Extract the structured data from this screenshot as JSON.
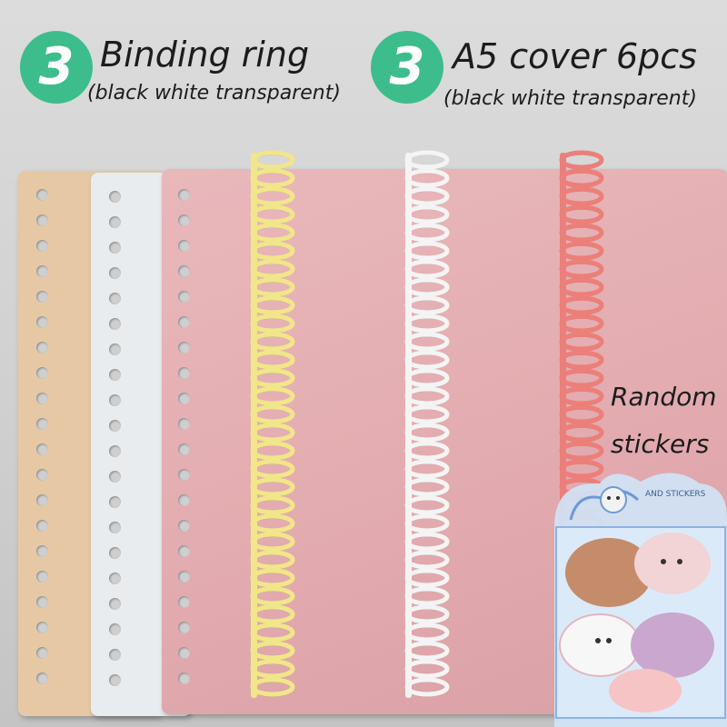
{
  "left_label": {
    "badge": "3",
    "title": "Binding ring",
    "subtitle": "(black white transparent)"
  },
  "right_label": {
    "badge": "3",
    "title": "A5 cover 6pcs",
    "subtitle": "(black white transparent)"
  },
  "side_label": {
    "line1": "Random",
    "line2": "stickers"
  },
  "sticker_pack": {
    "brand_text": "AND STICKERS"
  },
  "colors": {
    "badge": "#3dbd8c",
    "cover_beige": "#e6c9a4",
    "cover_white": "#e9ecef",
    "cover_pink": "#e4aeb1",
    "ring_yellow": "#f1e68a",
    "ring_white": "#f4f4f4",
    "ring_pink": "#ec7f79"
  }
}
